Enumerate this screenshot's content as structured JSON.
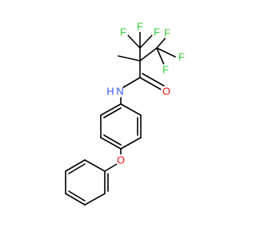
{
  "molecule": {
    "atoms": [
      {
        "label": "F",
        "color": "#33CC33"
      },
      {
        "label": "F",
        "color": "#33CC33"
      },
      {
        "label": "F",
        "color": "#33CC33"
      },
      {
        "label": "F",
        "color": "#33CC33"
      },
      {
        "label": "F",
        "color": "#33CC33"
      },
      {
        "label": "F",
        "color": "#33CC33"
      },
      {
        "label": "N",
        "color": "#3050F8"
      },
      {
        "label": "H",
        "color": "#3050F8"
      },
      {
        "label": "O",
        "color": "#FF0D0D"
      },
      {
        "label": "O",
        "color": "#FF0D0D"
      }
    ],
    "bond_color": "#000000"
  }
}
